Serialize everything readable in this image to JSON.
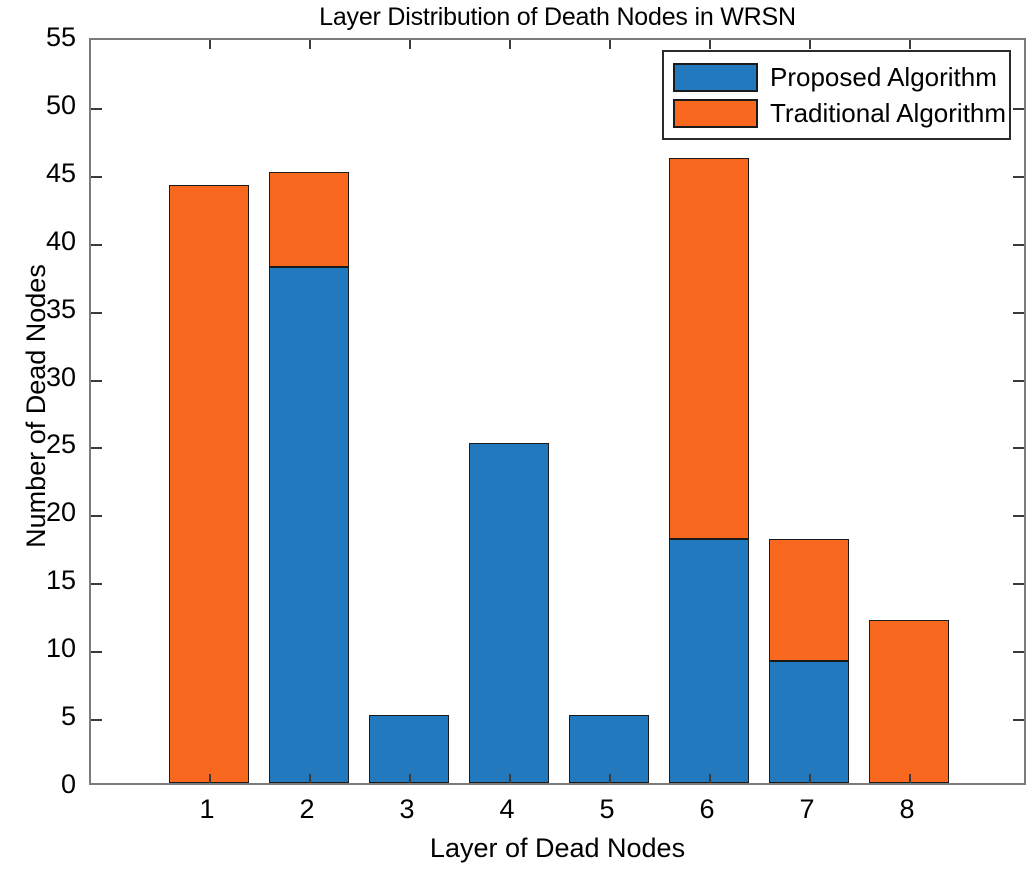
{
  "chart_data": {
    "type": "bar",
    "barmode": "stacked",
    "title": "Layer Distribution of Death Nodes in WRSN",
    "xlabel": "Layer of Dead Nodes",
    "ylabel": "Number of Dead Nodes",
    "categories": [
      "1",
      "2",
      "3",
      "4",
      "5",
      "6",
      "7",
      "8"
    ],
    "series": [
      {
        "name": "Proposed Algorithm",
        "color": "#2279BE",
        "values": [
          0,
          38,
          5,
          25,
          5,
          18,
          9,
          0
        ]
      },
      {
        "name": "Traditional Algorithm",
        "color": "#F8691F",
        "values": [
          44,
          7,
          0,
          0,
          0,
          28,
          9,
          12
        ]
      }
    ],
    "stack_totals": [
      44,
      45,
      5,
      25,
      5,
      46,
      18,
      12
    ],
    "ylim": [
      0,
      55
    ],
    "ytick_step": 5,
    "yticks": [
      "0",
      "5",
      "10",
      "15",
      "20",
      "25",
      "30",
      "35",
      "40",
      "45",
      "50",
      "55"
    ],
    "xticks": [
      "1",
      "2",
      "3",
      "4",
      "5",
      "6",
      "7",
      "8"
    ],
    "grid": false,
    "legend_position": "top-right",
    "legend": [
      {
        "label": "Proposed Algorithm",
        "color": "#2279BE"
      },
      {
        "label": "Traditional Algorithm",
        "color": "#F8691F"
      }
    ],
    "colors": {
      "proposed": "#2279BE",
      "traditional": "#F8691F",
      "bar_edge": "#1A1A1A",
      "axis": "#7B7B7B",
      "background": "#FFFFFF",
      "text": "#000000"
    }
  }
}
